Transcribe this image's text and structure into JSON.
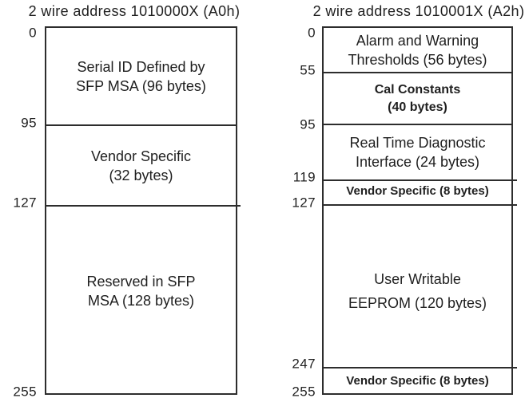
{
  "figure": {
    "background": "#ffffff",
    "text_color": "#1f1f1f",
    "line_color": "#2d2d2d",
    "a0h": {
      "title": "2 wire address 1010000X (A0h)",
      "addresses": [
        "0",
        "95",
        "127",
        "255"
      ],
      "regions": {
        "serial_id": "Serial ID Defined by\nSFP MSA (96 bytes)",
        "vendor_specific": "Vendor Specific\n(32 bytes)",
        "reserved": "Reserved in SFP\nMSA (128 bytes)"
      }
    },
    "a2h": {
      "title": "2 wire address 1010001X (A2h)",
      "addresses": [
        "0",
        "55",
        "95",
        "119",
        "127",
        "247",
        "255"
      ],
      "regions": {
        "alarm_warning": "Alarm and Warning\nThresholds (56 bytes)",
        "cal_constants": "Cal Constants\n(40 bytes)",
        "real_time_diagnostic": "Real Time Diagnostic\nInterface (24 bytes)",
        "vendor_specific_mid": "Vendor Specific (8 bytes)",
        "user_writable": "User Writable\nEEPROM (120 bytes)",
        "vendor_specific_end": "Vendor Specific (8 bytes)"
      }
    }
  }
}
